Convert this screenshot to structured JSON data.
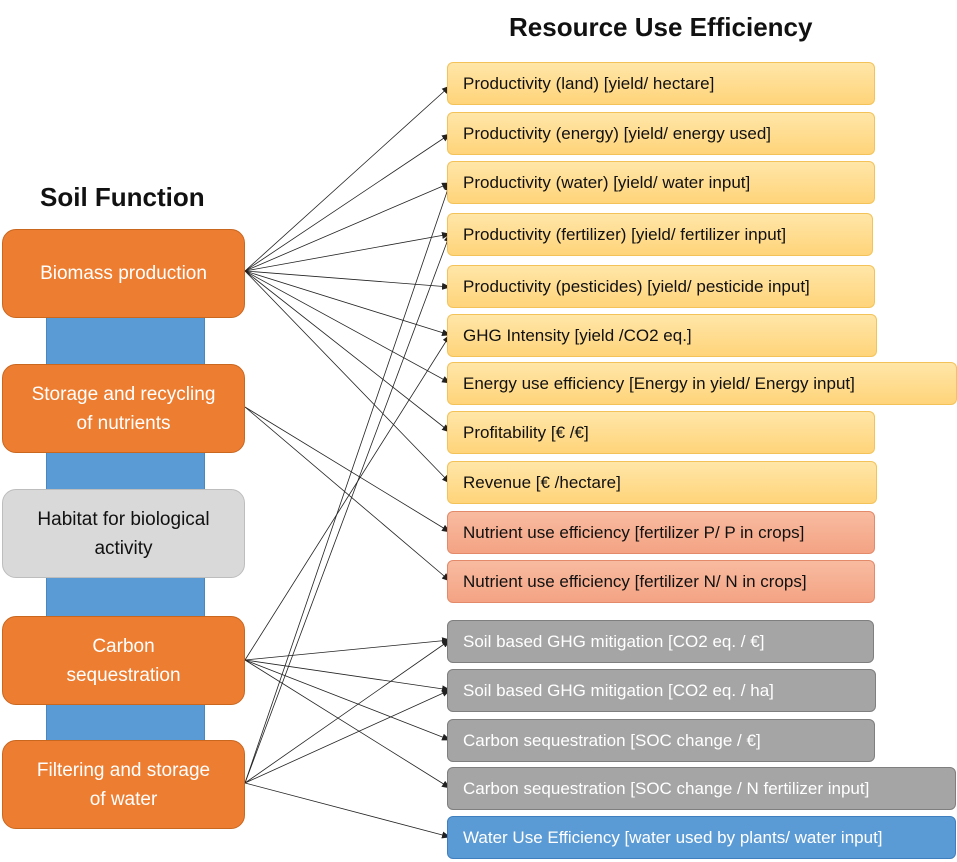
{
  "headings": {
    "soil_function": "Soil Function",
    "resource_use_efficiency": "Resource Use Efficiency"
  },
  "soil_functions": [
    {
      "id": "biomass",
      "label": "Biomass production",
      "color": "#ed7d31"
    },
    {
      "id": "nutrients",
      "label": "Storage and recycling\nof nutrients",
      "color": "#ed7d31"
    },
    {
      "id": "habitat",
      "label": "Habitat for biological\nactivity",
      "color": "#d9d9d9"
    },
    {
      "id": "carbon",
      "label": "Carbon\nsequestration",
      "color": "#ed7d31"
    },
    {
      "id": "water",
      "label": "Filtering and storage\nof water",
      "color": "#ed7d31"
    }
  ],
  "metrics": [
    {
      "label": "Productivity (land) [yield/ hectare]",
      "group": "yield"
    },
    {
      "label": "Productivity (energy) [yield/ energy used]",
      "group": "yield"
    },
    {
      "label": "Productivity (water) [yield/ water input]",
      "group": "yield"
    },
    {
      "label": "Productivity (fertilizer) [yield/ fertilizer input]",
      "group": "yield"
    },
    {
      "label": "Productivity (pesticides) [yield/ pesticide input]",
      "group": "yield"
    },
    {
      "label": "GHG Intensity [yield /CO2 eq.]",
      "group": "yield"
    },
    {
      "label": "Energy use efficiency [Energy in yield/ Energy input]",
      "group": "yield"
    },
    {
      "label": "Profitability [€ /€]",
      "group": "yield"
    },
    {
      "label": "Revenue [€ /hectare]",
      "group": "yield"
    },
    {
      "label": "Nutrient use efficiency  [fertilizer P/ P in crops]",
      "group": "nutrient"
    },
    {
      "label": "Nutrient use efficiency  [fertilizer N/ N in crops]",
      "group": "nutrient"
    },
    {
      "label": "Soil based GHG mitigation [CO2 eq. / €]",
      "group": "carbon"
    },
    {
      "label": "Soil based GHG mitigation [CO2 eq. / ha]",
      "group": "carbon"
    },
    {
      "label": "Carbon sequestration [SOC change / €]",
      "group": "carbon"
    },
    {
      "label": "Carbon sequestration [SOC change / N fertilizer input]",
      "group": "carbon"
    },
    {
      "label": "Water Use Efficiency [water used by plants/ water input]",
      "group": "water"
    }
  ],
  "connections": [
    {
      "from": "biomass",
      "to": [
        0,
        1,
        2,
        3,
        4,
        5,
        6,
        7,
        8
      ]
    },
    {
      "from": "nutrients",
      "to": [
        9,
        10
      ]
    },
    {
      "from": "carbon",
      "to": [
        5,
        11,
        12,
        13,
        14
      ]
    },
    {
      "from": "water",
      "to": [
        2,
        3,
        11,
        12,
        15
      ]
    }
  ],
  "colors": {
    "function_box": "#ed7d31",
    "habitat_box": "#d9d9d9",
    "spine": "#5b9bd5",
    "metric_yield": "#ffd47a",
    "metric_nutrient": "#f4a384",
    "metric_carbon": "#a5a5a5",
    "metric_water": "#5b9bd5",
    "arrow": "#222222"
  }
}
